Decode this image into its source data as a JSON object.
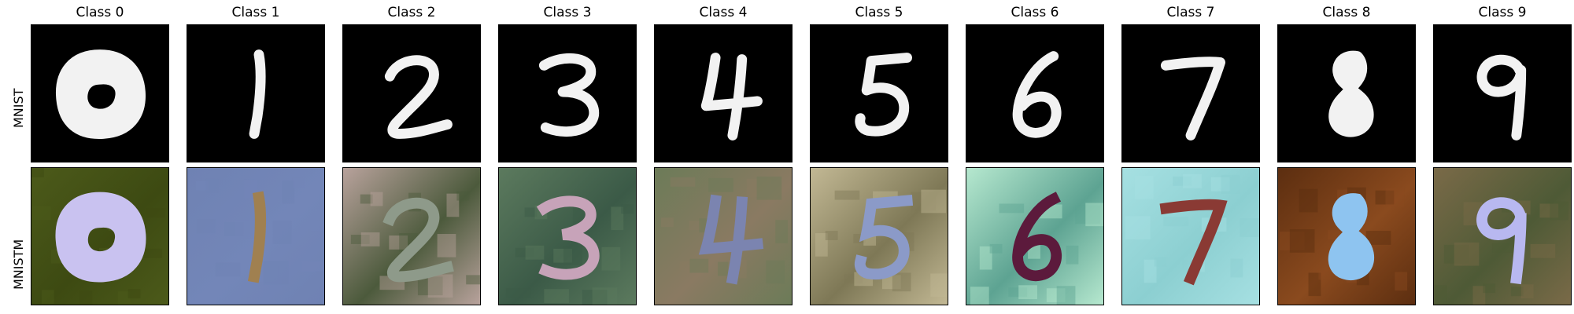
{
  "figure": {
    "rows": [
      {
        "label": "MNIST"
      },
      {
        "label": "MNISTM"
      }
    ],
    "columns": [
      {
        "title": "Class 0"
      },
      {
        "title": "Class 1"
      },
      {
        "title": "Class 2"
      },
      {
        "title": "Class 3"
      },
      {
        "title": "Class 4"
      },
      {
        "title": "Class 5"
      },
      {
        "title": "Class 6"
      },
      {
        "title": "Class 7"
      },
      {
        "title": "Class 8"
      },
      {
        "title": "Class 9"
      }
    ],
    "mnist_style": {
      "background": "#000000",
      "stroke": "#f2f2f2"
    },
    "mnistm_samples": [
      {
        "digit": "0",
        "background": "#3d4a12",
        "background_accent": "#4c5a1a",
        "stroke": "#c9c2f0"
      },
      {
        "digit": "1",
        "background": "#7386b8",
        "background_accent": "#6f82b3",
        "stroke": "#a08050"
      },
      {
        "digit": "2",
        "background": "#4c5a3c",
        "background_accent": "#b8a29c",
        "stroke": "#8e9a8a"
      },
      {
        "digit": "3",
        "background": "#3b5a47",
        "background_accent": "#5c7a5e",
        "stroke": "#c7a3b9"
      },
      {
        "digit": "4",
        "background": "#8a7a62",
        "background_accent": "#6c7b58",
        "stroke": "#7b84b0"
      },
      {
        "digit": "5",
        "background": "#7e7856",
        "background_accent": "#c2b894",
        "stroke": "#8b9ac8"
      },
      {
        "digit": "6",
        "background": "#5da392",
        "background_accent": "#b6e8cf",
        "stroke": "#5c1a3c"
      },
      {
        "digit": "7",
        "background": "#8ccfd1",
        "background_accent": "#a6e0e2",
        "stroke": "#8a3a34"
      },
      {
        "digit": "8",
        "background": "#8a4a1e",
        "background_accent": "#5c2e10",
        "stroke": "#8ec4f0"
      },
      {
        "digit": "9",
        "background": "#4e5a36",
        "background_accent": "#7a6a48",
        "stroke": "#b8b8f0"
      }
    ]
  }
}
